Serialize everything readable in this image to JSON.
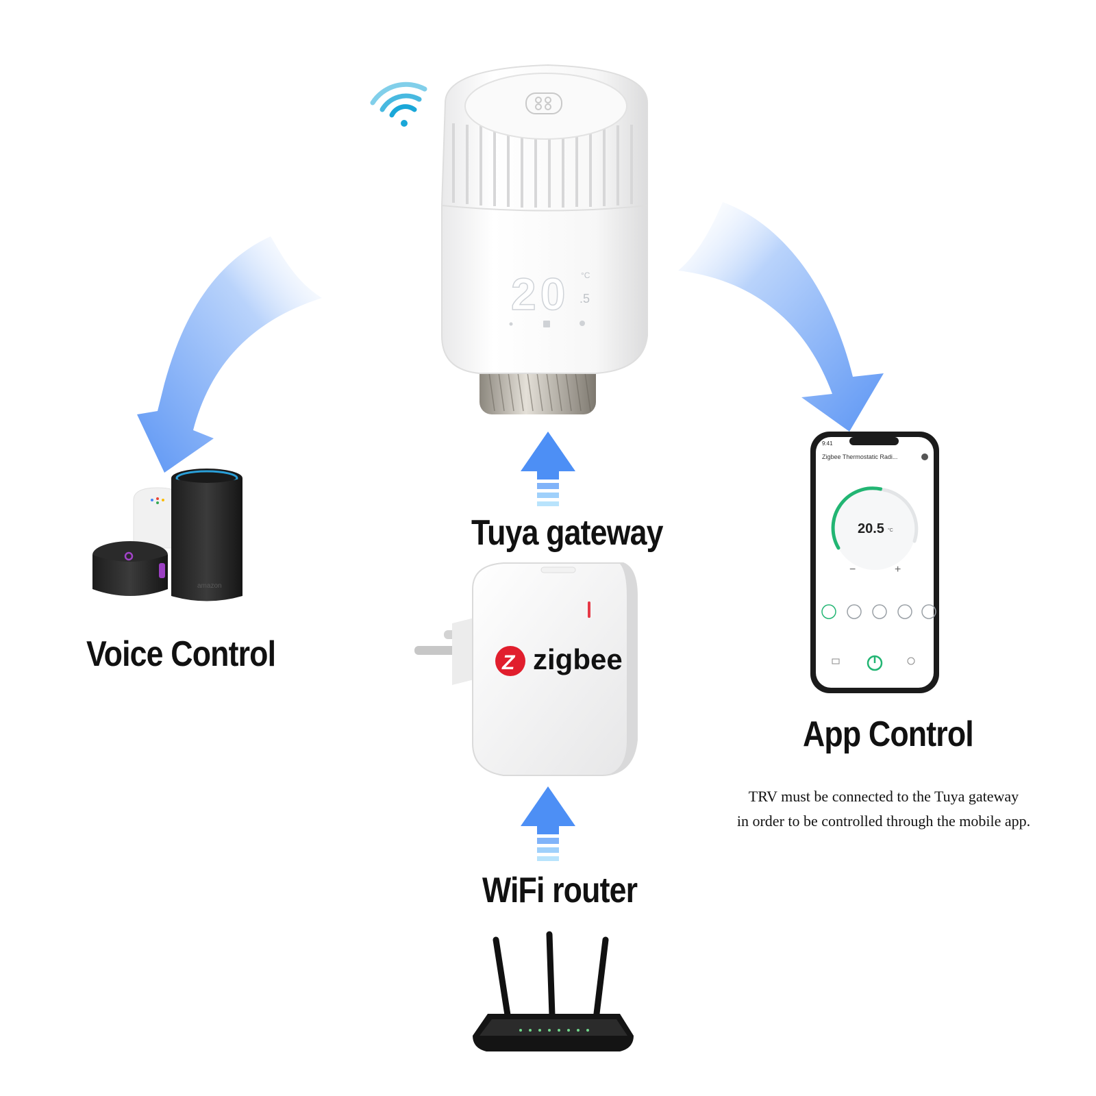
{
  "labels": {
    "tuya_gateway": "Tuya gateway",
    "wifi_router": "WiFi router",
    "voice_control": "Voice Control",
    "app_control": "App Control"
  },
  "note": {
    "line1": "TRV must be connected to the Tuya gateway",
    "line2": "in order to be controlled through the mobile app."
  },
  "trv": {
    "display": "20",
    "unit": "°C",
    "decimal": ".5"
  },
  "gateway": {
    "brand": "zigbee",
    "logo_letter": "Z"
  },
  "phone": {
    "status_time": "9:41",
    "app_title": "Zigbee Thermostatic Radi...",
    "temperature": "20.5",
    "unit": "°C"
  },
  "speaker": {
    "brand": "amazon"
  },
  "colors": {
    "arrow_blue": "#4d8ff5",
    "arrow_light": "#a9c8fb",
    "zigbee_red": "#e11e2d",
    "dial_green": "#22b573"
  },
  "icons": {
    "signal": "wifi-signal-icon",
    "up_arrow": "up-arrow-icon",
    "curved_arrow": "curved-arrow-icon"
  }
}
